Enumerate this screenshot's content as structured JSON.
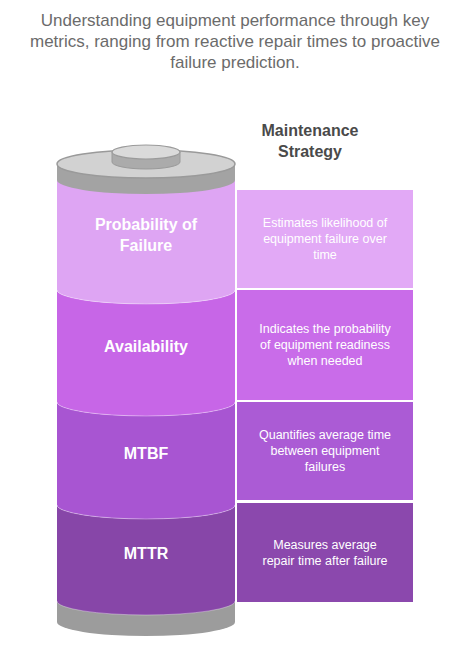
{
  "diagram": {
    "title": "Understanding equipment performance through key metrics, ranging from reactive repair times to proactive failure prediction.",
    "nodes": [
      {
        "text": [
          "Probability of Failure"
        ]
      },
      {
        "text": [
          "Estimates likelihood of equipment failure over time"
        ]
      },
      {
        "text": [
          "Availability"
        ]
      },
      {
        "text": [
          "Indicates the probability of equipment readiness when needed"
        ]
      },
      {
        "text": [
          "MTBF"
        ]
      },
      {
        "text": [
          "Quantifies average time between equipment failures"
        ]
      },
      {
        "text": [
          "MTTR"
        ]
      },
      {
        "text": [
          "Measures average repair time after failure"
        ]
      }
    ],
    "labels": [
      "Maintenance Strategy"
    ]
  }
}
